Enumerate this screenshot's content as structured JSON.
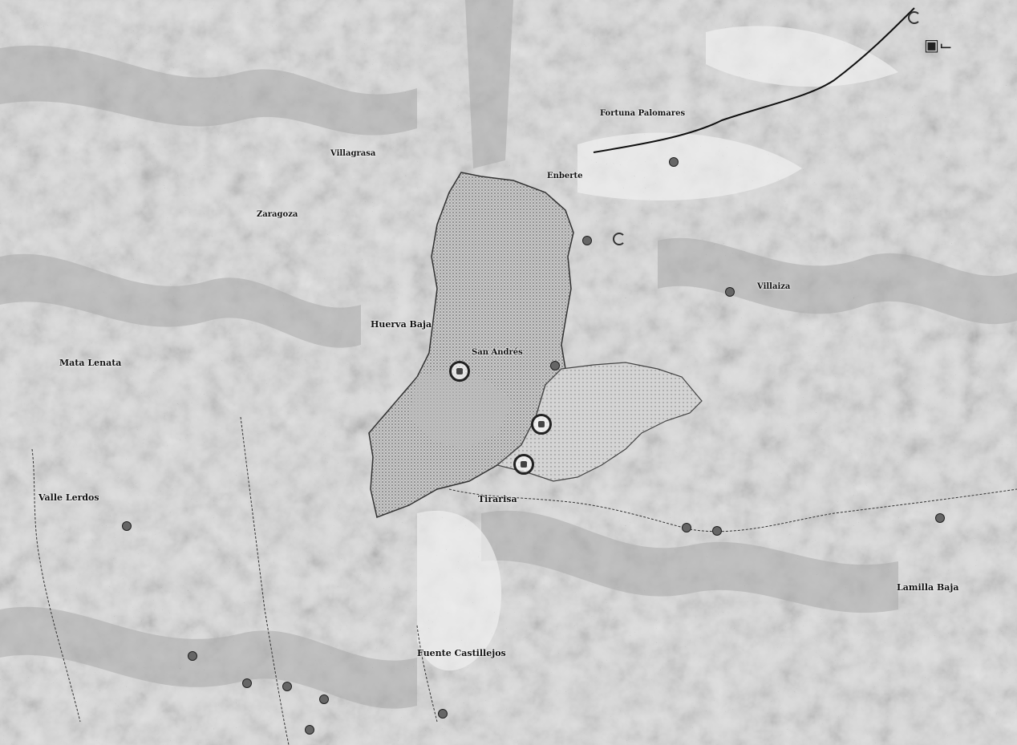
{
  "map": {
    "labels": {
      "l1": "Fortuna Palomares",
      "l2": "Villagrasa",
      "l3": "Zaragoza",
      "l4": "Enberte",
      "l5": "Villaiza",
      "l6": "Huerva Baja",
      "l7": "San Andrés",
      "l8": "Mata Lenata",
      "l9": "Tirarisa",
      "l10": "Valle Lerdos",
      "l11": "Lamilla Baja",
      "l12": "Fuente Castillejos"
    },
    "icons": {
      "corner": "map-layer-icon",
      "marker": "location-marker-icon",
      "ring": "station-ring-icon"
    }
  }
}
